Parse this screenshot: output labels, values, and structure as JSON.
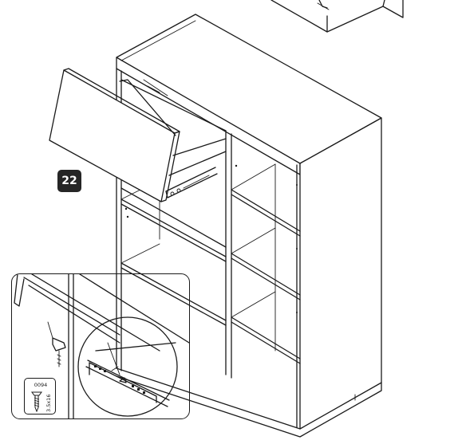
{
  "step": {
    "number": "22"
  },
  "hardware": {
    "part_code": "0094",
    "size": "3.5x16",
    "icon": "screw-icon"
  }
}
